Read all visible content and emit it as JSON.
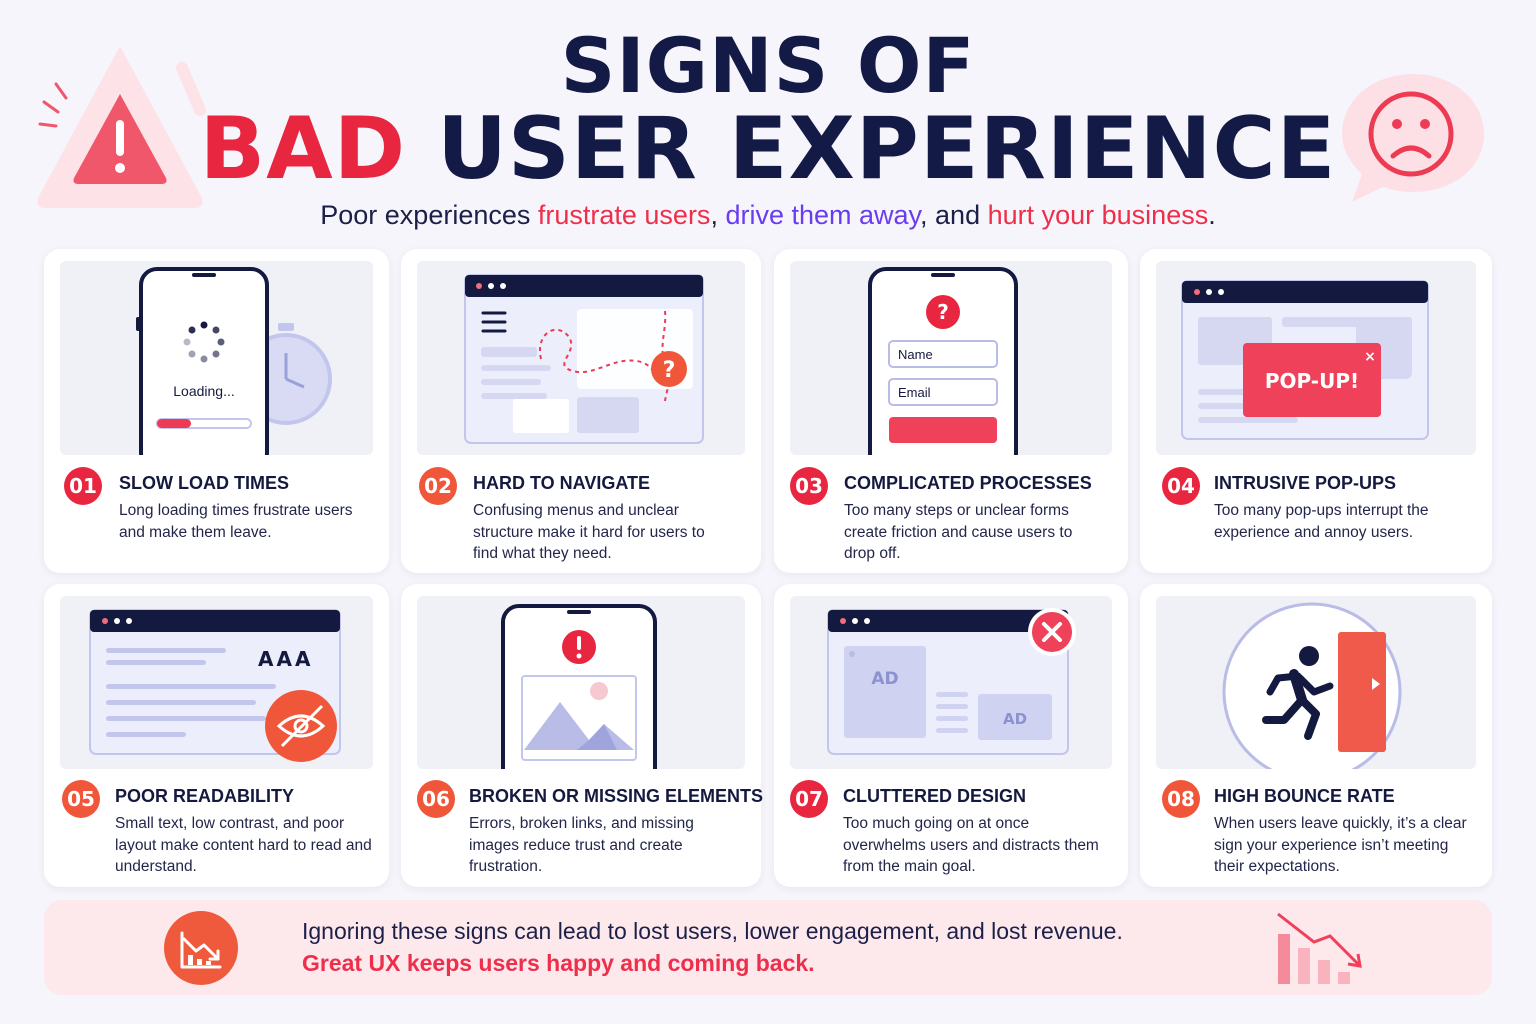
{
  "header": {
    "title_line1": "SIGNS OF",
    "title_bad": "BAD",
    "title_rest": "USER EXPERIENCE",
    "subtitle": {
      "part1": "Poor experiences ",
      "highlight1": "frustrate users",
      "sep1": ", ",
      "highlight2": "drive them away",
      "sep2": ", and ",
      "highlight3": "hurt your business",
      "end": "."
    },
    "left_icon": "warning-triangle-icon",
    "right_icon": "sad-face-speech-bubble-icon"
  },
  "cards": [
    {
      "num": "01",
      "title": "SLOW LOAD TIMES",
      "desc": "Long loading times frustrate users and make them leave.",
      "color": "#e8263f",
      "illustration_label": "Loading..."
    },
    {
      "num": "02",
      "title": "HARD TO NAVIGATE",
      "desc": "Confusing menus and unclear structure make it hard for users to find what they need.",
      "color": "#f0573a"
    },
    {
      "num": "03",
      "title": "COMPLICATED PROCESSES",
      "desc": "Too many steps or unclear forms create friction and cause users to drop off.",
      "color": "#e8263f",
      "illustration_fields": [
        "Name",
        "Email"
      ]
    },
    {
      "num": "04",
      "title": "INTRUSIVE POP-UPS",
      "desc": "Too many pop-ups interrupt the experience and annoy users.",
      "color": "#e8263f",
      "illustration_label": "POP-UP!"
    },
    {
      "num": "05",
      "title": "POOR READABILITY",
      "desc": "Small text, low contrast, and poor layout make content hard to read and understand.",
      "color": "#f0573a",
      "illustration_label": "AAA"
    },
    {
      "num": "06",
      "title": "BROKEN OR MISSING ELEMENTS",
      "desc": "Errors, broken links, and missing images reduce trust and create frustration.",
      "color": "#f0573a"
    },
    {
      "num": "07",
      "title": "CLUTTERED DESIGN",
      "desc": "Too much going on at once overwhelms users and distracts them from the main goal.",
      "color": "#e8263f",
      "illustration_ads": [
        "AD",
        "AD"
      ]
    },
    {
      "num": "08",
      "title": "HIGH BOUNCE RATE",
      "desc": "When users leave quickly, it’s a clear sign your experience isn’t meeting their expectations.",
      "color": "#f0573a"
    }
  ],
  "footer": {
    "line1": "Ignoring these signs can lead to lost users, lower engagement, and lost revenue.",
    "line2": "Great UX keeps users happy and coming back.",
    "left_icon": "declining-chart-circle-icon",
    "right_icon": "declining-bar-chart-icon"
  },
  "colors": {
    "accent_red": "#e8263f",
    "accent_orange": "#f0573a",
    "navy": "#131a45",
    "purple": "#6a3cf0",
    "lavender": "#c9c9ee"
  }
}
